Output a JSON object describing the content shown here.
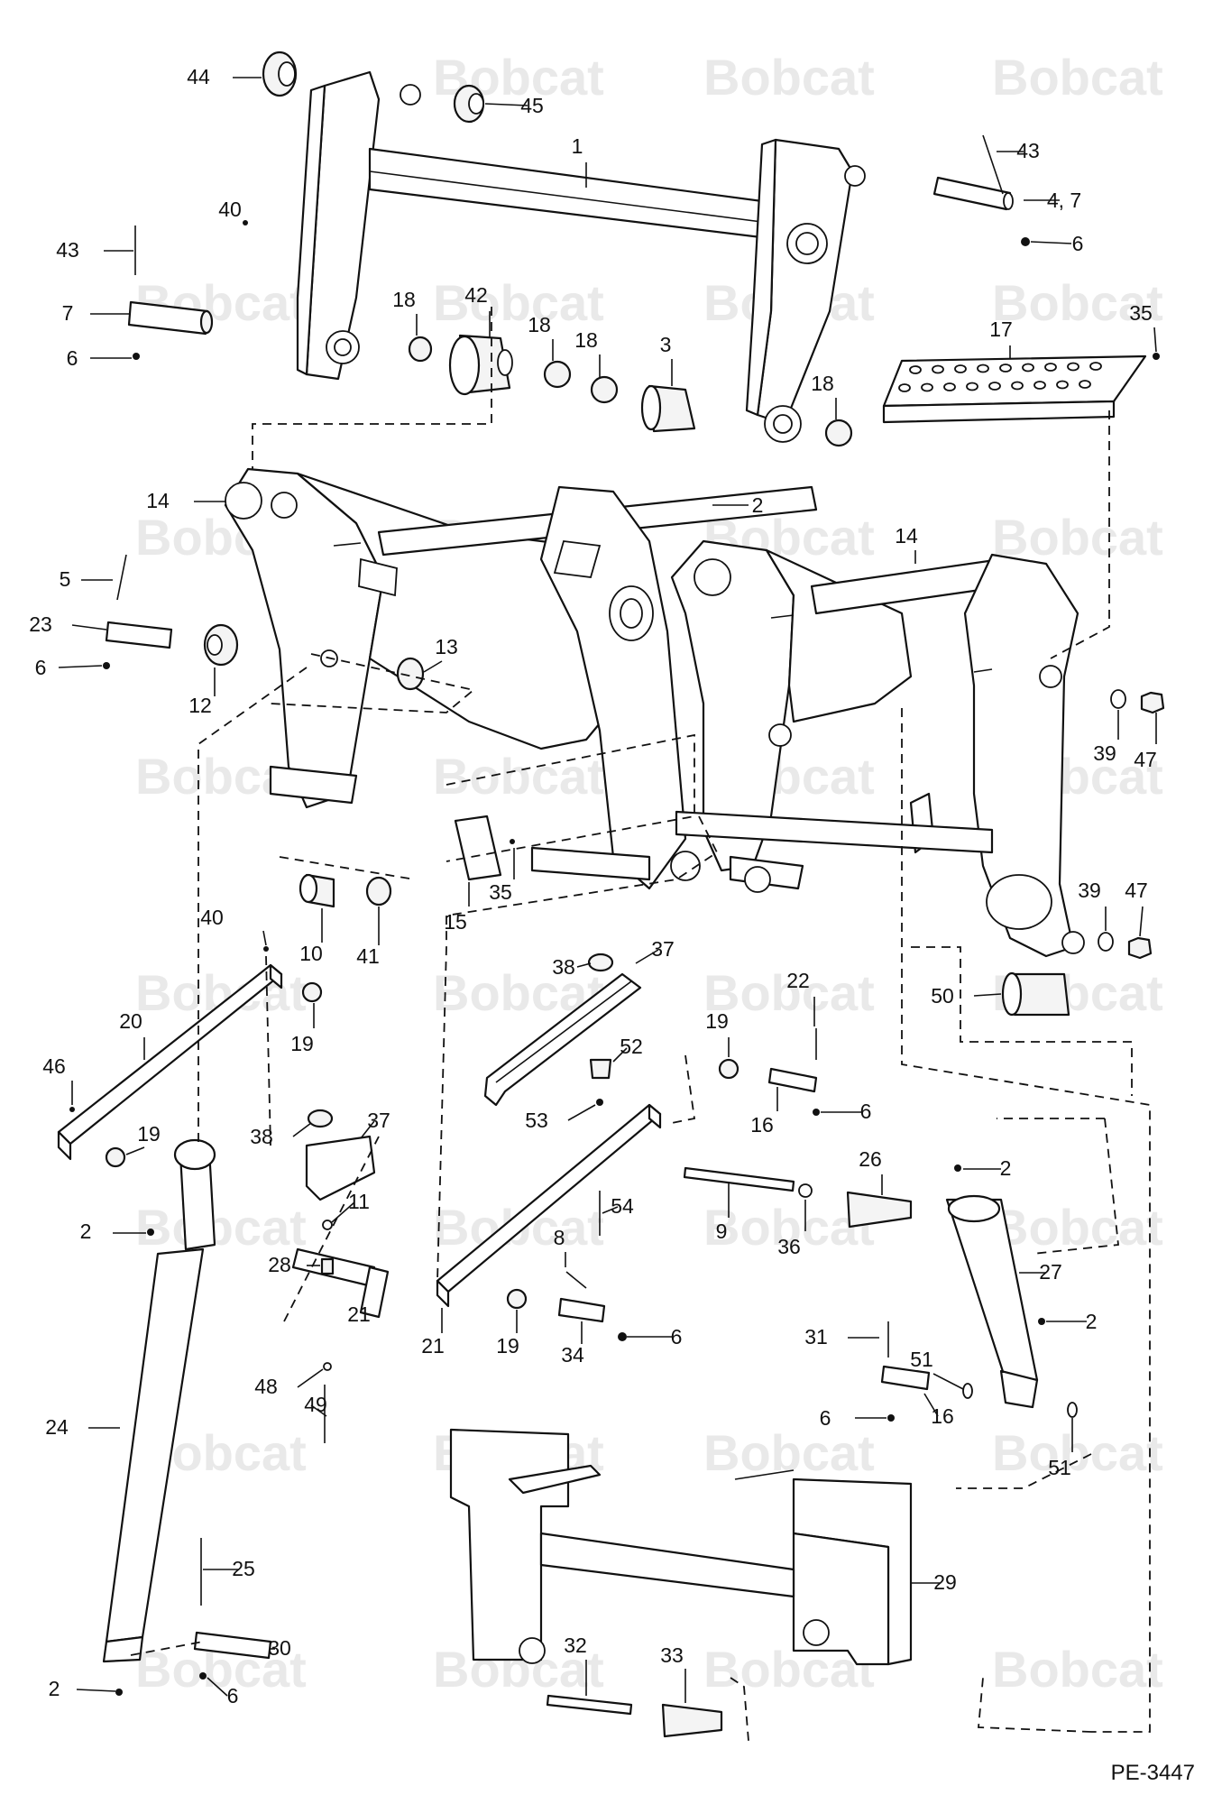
{
  "diagram_id": "PE-3447",
  "watermark_text": "Bobcat",
  "callouts": [
    "1",
    "2",
    "3",
    "4, 7",
    "5",
    "6",
    "7",
    "8",
    "9",
    "10",
    "11",
    "12",
    "13",
    "14",
    "15",
    "16",
    "17",
    "18",
    "19",
    "20",
    "21",
    "22",
    "23",
    "24",
    "25",
    "26",
    "27",
    "28",
    "29",
    "30",
    "31",
    "32",
    "33",
    "34",
    "35",
    "36",
    "37",
    "38",
    "39",
    "40",
    "41",
    "42",
    "43",
    "44",
    "45",
    "46",
    "47",
    "48",
    "49",
    "50",
    "51",
    "52",
    "53",
    "54"
  ],
  "colors": {
    "line": "#111111",
    "watermark": "#e9e9e9",
    "background": "#ffffff"
  }
}
